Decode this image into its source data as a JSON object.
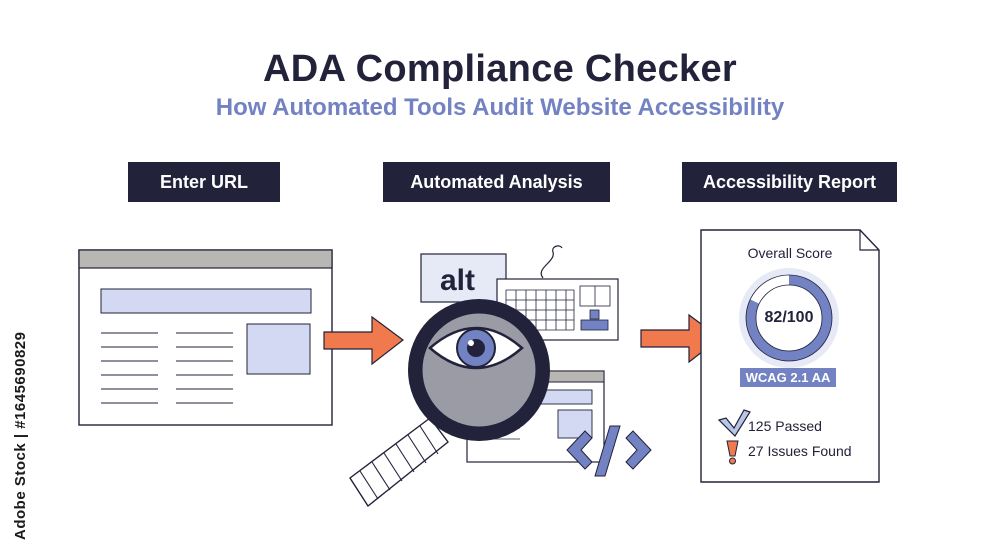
{
  "header": {
    "title": "ADA Compliance Checker",
    "subtitle": "How Automated Tools Audit Website Accessibility"
  },
  "steps": [
    {
      "label": "Enter URL"
    },
    {
      "label": "Automated Analysis"
    },
    {
      "label": "Accessibility Report"
    }
  ],
  "analysis": {
    "alt_tag": "alt"
  },
  "report": {
    "overall_label": "Overall Score",
    "score": "82/100",
    "score_fraction": 0.82,
    "standard": "WCAG 2.1 AA",
    "passed": "125 Passed",
    "issues": "27 Issues Found"
  },
  "watermark": "Adobe Stock | #1645690829",
  "colors": {
    "dark": "#22223a",
    "accent": "#7282c2",
    "light_accent": "#d3d9f2",
    "arrow": "#f07a4e",
    "gray_bar": "#b9b7b3"
  },
  "icons": [
    "browser-window-icon",
    "arrow-right-icon",
    "magnifier-icon",
    "eye-icon",
    "keyboard-icon",
    "code-icon",
    "checkmark-icon",
    "exclamation-icon",
    "document-icon"
  ]
}
